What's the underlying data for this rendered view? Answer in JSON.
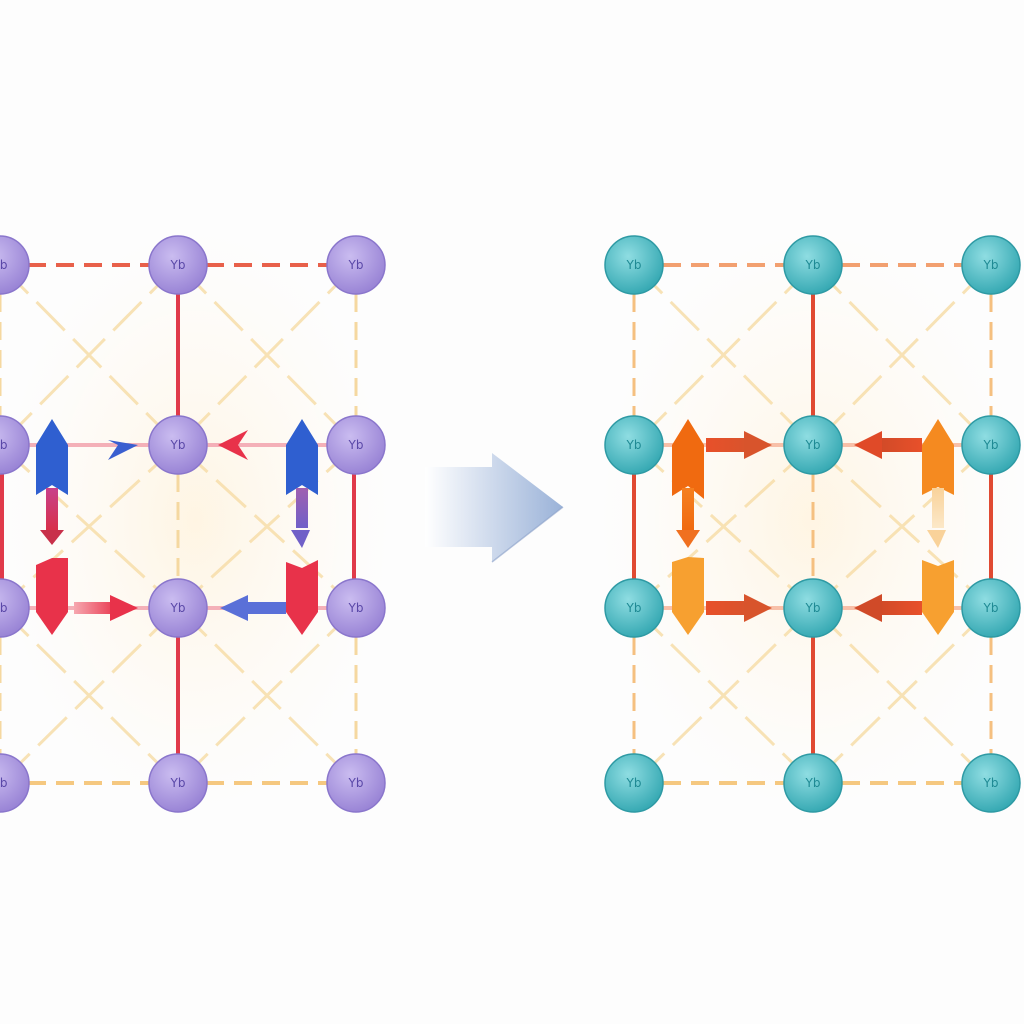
{
  "diagram": {
    "description": "Lattice transformation: left lattice with purple Yb nodes and blue/red spin arrows transforms into right lattice with teal Yb nodes and orange arrows",
    "transition_arrow": {
      "color_start": "#ffffff",
      "color_end": "#9bb4d8"
    },
    "left_panel": {
      "node_label": "Yb",
      "node_fill": "#a794dc",
      "node_stroke": "#7e6bc4",
      "label_color": "#5a48a8",
      "strong_bond_color": "#e03a4a",
      "dashed_bond_color": "#e8604a",
      "weak_bond_color": "#f7d9a0",
      "arrow_up_color": "#2f5fd0",
      "arrow_down_color": "#e8324a"
    },
    "right_panel": {
      "node_label": "Yb",
      "node_fill": "#4bbcc4",
      "node_stroke": "#2e9aa4",
      "label_color": "#1f7f88",
      "strong_bond_color": "#e04a32",
      "dashed_bond_color": "#f2a070",
      "weak_bond_color": "#f7d9a0",
      "arrow_primary_color": "#f06a10",
      "arrow_secondary_color": "#f7a030",
      "arrow_horizontal_color": "#e0502a"
    }
  }
}
